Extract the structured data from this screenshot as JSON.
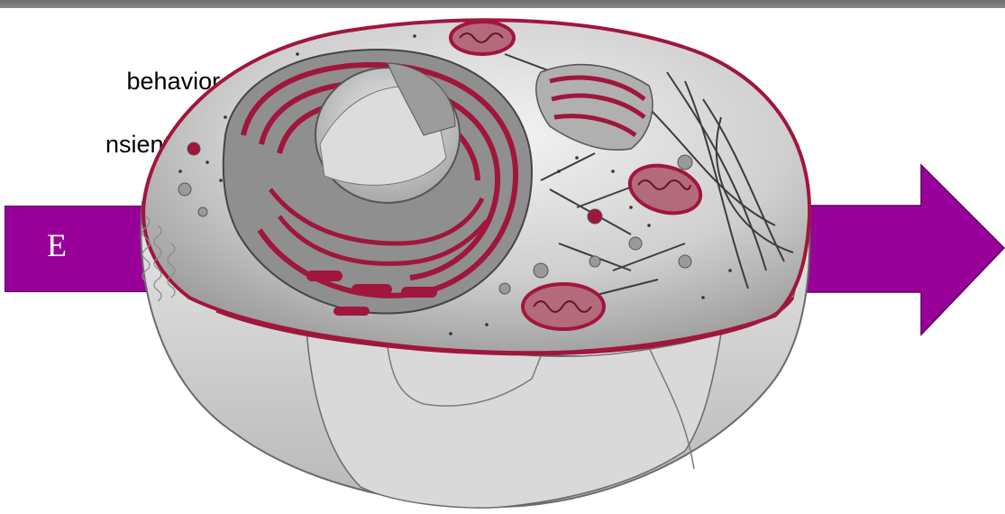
{
  "text": {
    "line1": " behavior",
    "line2": "nsiently"
  },
  "energy_arrow": {
    "label": "E"
  },
  "colors": {
    "arrow_fill": "#990099",
    "membrane": "#a0163c",
    "cell_gray": "#bdbdbd",
    "top_bar": "#7a7a7a"
  },
  "icons": {
    "input_arrow": "arrow-right-block-icon",
    "output_arrow": "arrow-right-icon",
    "cell": "animal-cell-cross-section-icon"
  }
}
